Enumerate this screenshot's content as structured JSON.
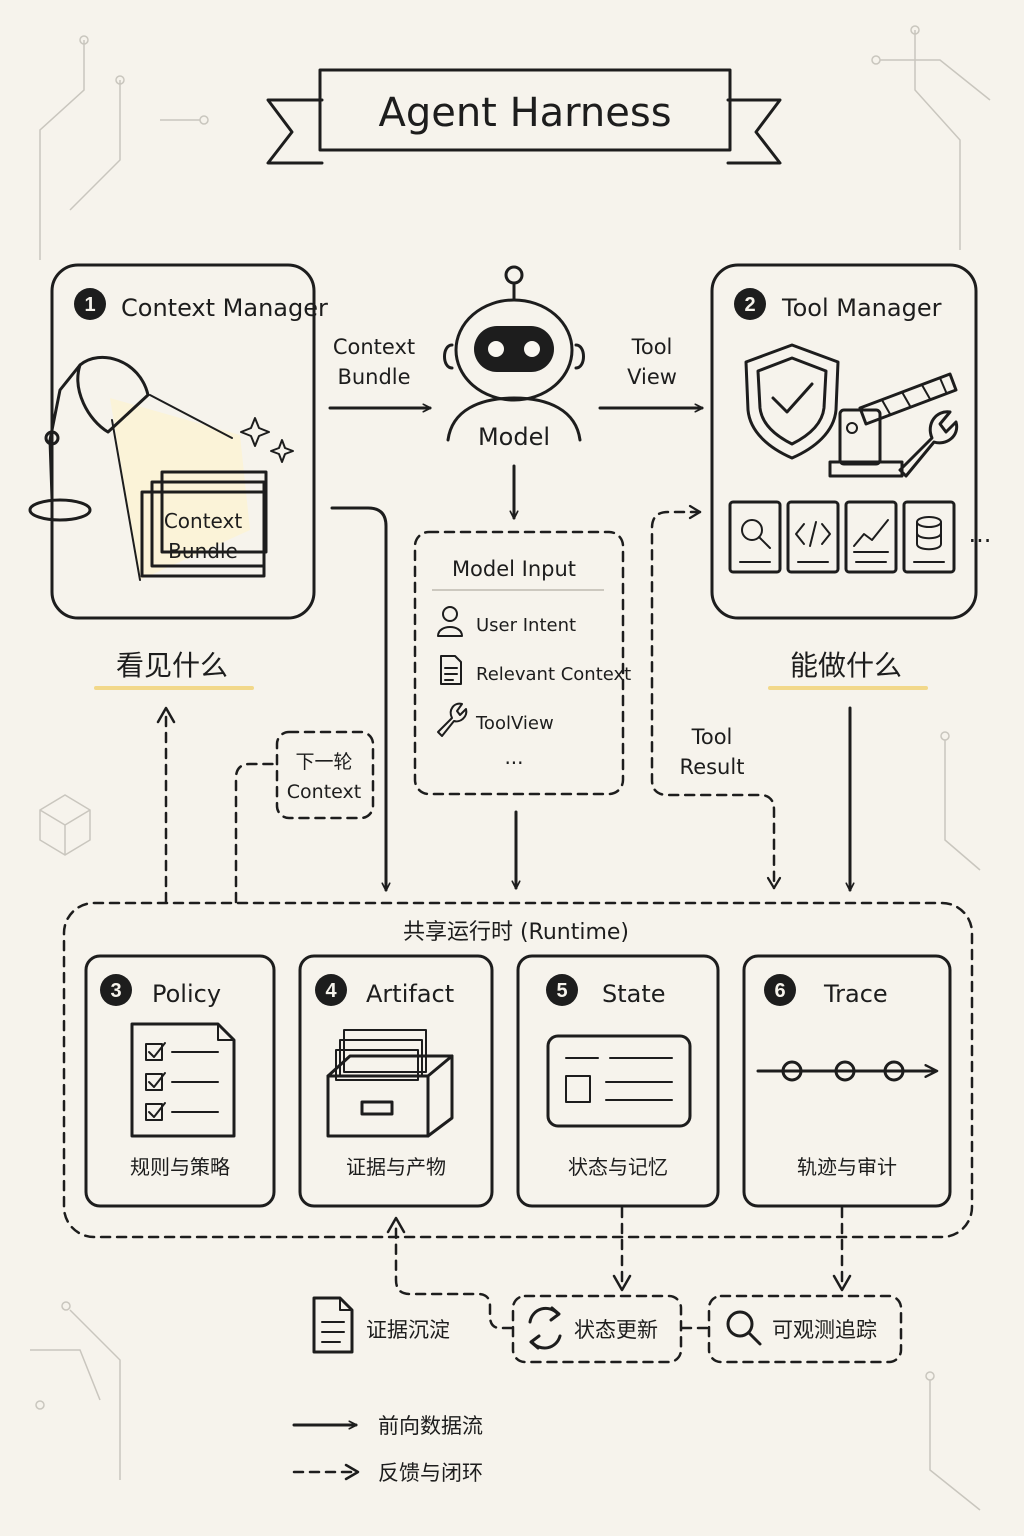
{
  "title": "Agent Harness",
  "model": {
    "label": "Model"
  },
  "context_manager": {
    "number": "1",
    "title": "Context Manager",
    "bundle_label_line1": "Context",
    "bundle_label_line2": "Bundle",
    "caption": "看见什么"
  },
  "tool_manager": {
    "number": "2",
    "title": "Tool Manager",
    "more": "...",
    "caption": "能做什么"
  },
  "arrows": {
    "context_bundle_line1": "Context",
    "context_bundle_line2": "Bundle",
    "tool_view_line1": "Tool",
    "tool_view_line2": "View",
    "tool_result_line1": "Tool",
    "tool_result_line2": "Result",
    "next_context_line1": "下一轮",
    "next_context_line2": "Context"
  },
  "model_input": {
    "title": "Model Input",
    "items": [
      "User Intent",
      "Relevant Context",
      "ToolView"
    ],
    "more": "..."
  },
  "runtime": {
    "title": "共享运行时 (Runtime)",
    "modules": [
      {
        "number": "3",
        "title": "Policy",
        "caption": "规则与策略"
      },
      {
        "number": "4",
        "title": "Artifact",
        "caption": "证据与产物"
      },
      {
        "number": "5",
        "title": "State",
        "caption": "状态与记忆"
      },
      {
        "number": "6",
        "title": "Trace",
        "caption": "轨迹与审计"
      }
    ]
  },
  "outputs": {
    "evidence": "证据沉淀",
    "state_update": "状态更新",
    "observability": "可观测追踪"
  },
  "legend": {
    "forward": "前向数据流",
    "feedback": "反馈与闭环"
  },
  "colors": {
    "panel_fill": "#f7e9c2",
    "ink": "#1d1d1d",
    "background": "#f6f3ec",
    "underline": "#f2d88a"
  },
  "icons": [
    "desk-lamp-icon",
    "robot-icon",
    "shield-check-icon",
    "barrier-gate-icon",
    "wrench-icon",
    "search-doc-icon",
    "code-doc-icon",
    "chart-doc-icon",
    "database-doc-icon",
    "user-icon",
    "document-icon",
    "wrench-icon",
    "checklist-icon",
    "file-drawer-icon",
    "state-card-icon",
    "timeline-icon",
    "refresh-icon",
    "search-icon"
  ]
}
